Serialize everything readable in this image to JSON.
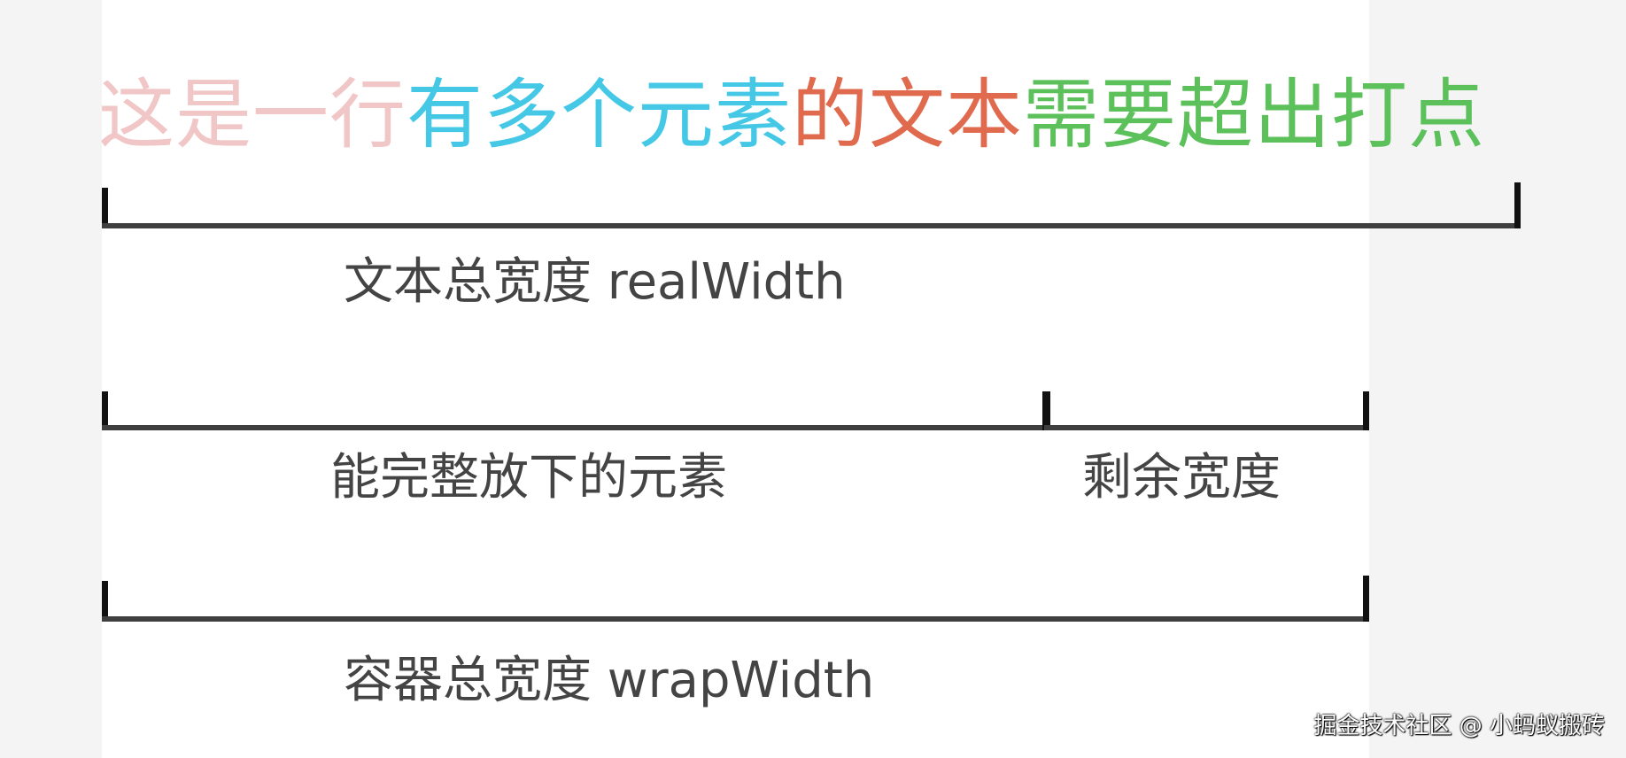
{
  "headline": {
    "segments": [
      {
        "text": "这是一行",
        "color": "#f0c6c6"
      },
      {
        "text": "有多个元素",
        "color": "#45c8e6"
      },
      {
        "text": "的文本",
        "color": "#e06a4d"
      },
      {
        "text": "需要超出打点",
        "color": "#5cc05b"
      }
    ]
  },
  "labels": {
    "real_width": "文本总宽度 realWidth",
    "fit_elements": "能完整放下的元素",
    "remaining_width": "剩余宽度",
    "wrap_width": "容器总宽度 wrapWidth"
  },
  "watermark": "掘金技术社区 @ 小蚂蚁搬砖",
  "colors": {
    "page_background": "#f4f4f4",
    "container_background": "#ffffff",
    "bracket_line": "#3f3f3f",
    "bracket_tick": "#111111",
    "label_text": "#444444"
  }
}
